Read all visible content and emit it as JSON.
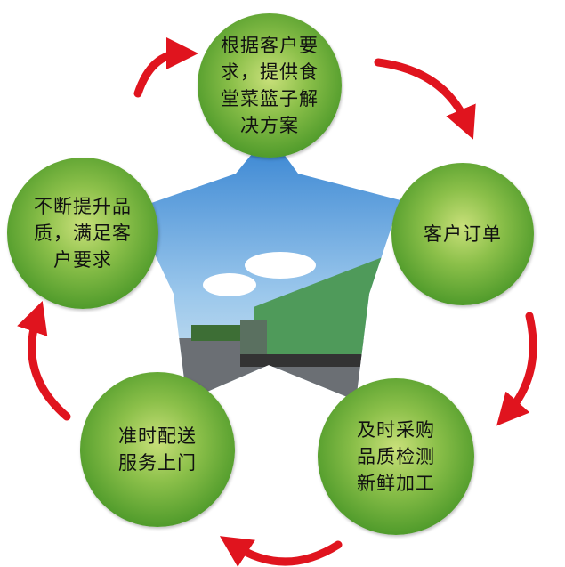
{
  "nodes": [
    {
      "id": "top",
      "text": "根据客户要求，提供食堂菜篮子解决方案"
    },
    {
      "id": "right",
      "text": "客户订单"
    },
    {
      "id": "bottom-right",
      "text": "及时采购品质检测新鲜加工"
    },
    {
      "id": "bottom-left",
      "text": "准时配送服务上门"
    },
    {
      "id": "left",
      "text": "不断提升品质，满足客户要求"
    }
  ],
  "colors": {
    "circle": "#5fa832",
    "arrow": "#e0141e",
    "sky": "#5f9fd8"
  }
}
